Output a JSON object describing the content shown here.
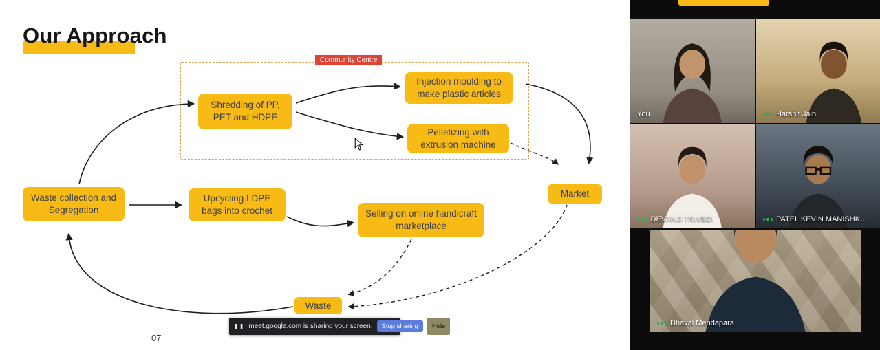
{
  "colors": {
    "box_fill": "#F8BB15",
    "dashed_border": "#DFA14C",
    "label_bg": "#DB4437",
    "accent_blue": "#5C7CDF",
    "audio_green": "#34A853",
    "highlight": "#F8BB15"
  },
  "slide": {
    "title": "Our Approach",
    "page_number": "07",
    "community_centre_label": "Community Centre",
    "boxes": {
      "waste_collection": "Waste collection and Segregation",
      "shredding": "Shredding of PP, PET and HDPE",
      "injection": "Injection moulding to make plastic articles",
      "pelletizing": "Pelletizing with extrusion machine",
      "upcycling": "Upcycling LDPE bags into crochet",
      "selling": "Selling on online handicraft marketplace",
      "market": "Market",
      "waste": "Waste"
    }
  },
  "share_bar": {
    "pause_icon": "❚❚",
    "message": "meet.google.com is sharing your screen.",
    "stop_button": "Stop sharing",
    "hide_button": "Hide"
  },
  "participants": [
    {
      "name": "You",
      "audio": false
    },
    {
      "name": "Harshit Jain",
      "audio": true
    },
    {
      "name": "DEVANG TRIVEDI",
      "audio": true
    },
    {
      "name": "PATEL KEVIN MANISHK…",
      "audio": true
    },
    {
      "name": "Dhaval Mendapara",
      "audio": true
    }
  ]
}
